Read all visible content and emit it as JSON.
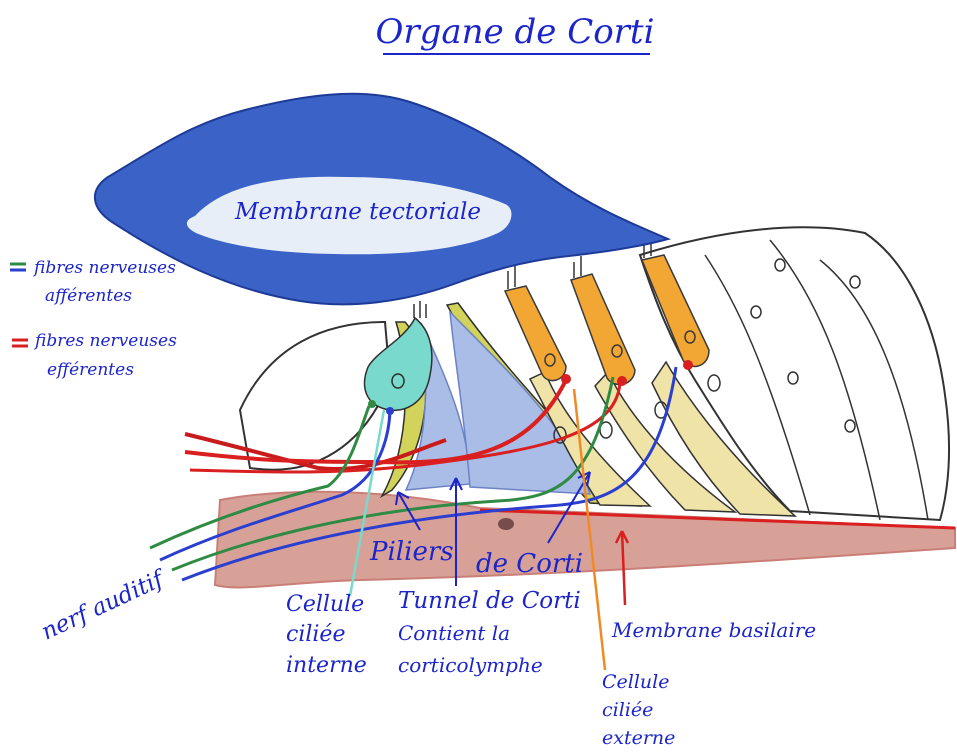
{
  "title": "Organe de Corti",
  "colors": {
    "ink_blue": "#1b25c9",
    "tectorial": "#3b63c7",
    "inner_hair": "#79d9cc",
    "pillar": "#d2d35a",
    "outer_hair": "#f2a634",
    "basilar": "#c97f77",
    "efferent": "#d91f1f",
    "afferent": "#2f8b43",
    "tunnel": "#a9bde7",
    "support_cells": "#efe3a8"
  },
  "legend": {
    "afferent_line1": "fibres nerveuses",
    "afferent_line2": "afférentes",
    "efferent_line1": "fibres nerveuses",
    "efferent_line2": "efférentes"
  },
  "labels": {
    "tectorial_membrane": "Membrane tectoriale",
    "pillars_a": "Piliers",
    "pillars_b": "de Corti",
    "tunnel_line1": "Tunnel de Corti",
    "tunnel_line2": "Contient la",
    "tunnel_line3": "corticolymphe",
    "inner_hair_line1": "Cellule",
    "inner_hair_line2": "ciliée",
    "inner_hair_line3": "interne",
    "outer_hair_line1": "Cellule",
    "outer_hair_line2": "ciliée",
    "outer_hair_line3": "externe",
    "basilar_membrane": "Membrane basilaire",
    "auditory_nerve": "nerf auditif"
  }
}
